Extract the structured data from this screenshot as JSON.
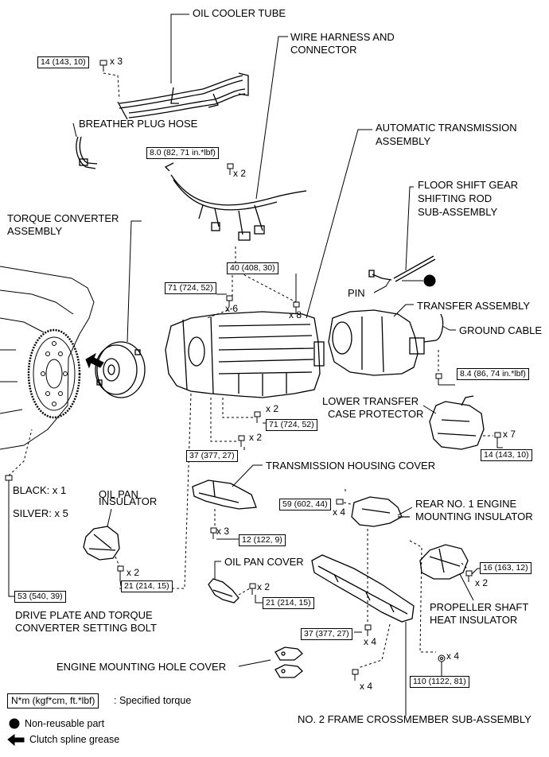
{
  "labels": {
    "oil_cooler_tube": "OIL COOLER TUBE",
    "wire_harness_1": "WIRE HARNESS AND",
    "wire_harness_2": "CONNECTOR",
    "breather_plug_hose": "BREATHER PLUG HOSE",
    "auto_trans_1": "AUTOMATIC TRANSMISSION",
    "auto_trans_2": "ASSEMBLY",
    "floor_shift_1": "FLOOR SHIFT GEAR",
    "floor_shift_2": "SHIFTING ROD",
    "floor_shift_3": "SUB-ASSEMBLY",
    "torque_conv_1": "TORQUE CONVERTER",
    "torque_conv_2": "ASSEMBLY",
    "pin": "PIN",
    "transfer_assembly": "TRANSFER ASSEMBLY",
    "ground_cable": "GROUND CABLE",
    "lower_transfer_1": "LOWER TRANSFER",
    "lower_transfer_2": "CASE PROTECTOR",
    "trans_housing_cover": "TRANSMISSION HOUSING COVER",
    "black_count": "BLACK: x 1",
    "silver_count": "SILVER: x 5",
    "oil_pan_insulator_1": "OIL PAN",
    "oil_pan_insulator_2": "INSULATOR",
    "rear_mount_1": "REAR NO. 1 ENGINE",
    "rear_mount_2": "MOUNTING INSULATOR",
    "oil_pan_cover": "OIL PAN COVER",
    "prop_shaft_1": "PROPELLER SHAFT",
    "prop_shaft_2": "HEAT INSULATOR",
    "drive_plate_1": "DRIVE PLATE AND TORQUE",
    "drive_plate_2": "CONVERTER SETTING BOLT",
    "engine_hole_cover": "ENGINE MOUNTING HOLE COVER",
    "frame_crossmember": "NO. 2 FRAME CROSSMEMBER SUB-ASSEMBLY"
  },
  "torques": {
    "t_oil_cooler": "14 (143, 10)",
    "t_harness": "8.0 (82, 71 in.*lbf)",
    "t_40": "40 (408, 30)",
    "t_71_top": "71 (724, 52)",
    "t_ground": "8.4 (86, 74 in.*lbf)",
    "t_71_mid": "71 (724, 52)",
    "t_37_left": "37 (377, 27)",
    "t_lower_prot": "14 (143, 10)",
    "t_59": "59 (602, 44)",
    "t_housing": "12 (122, 9)",
    "t_16": "16 (163, 12)",
    "t_oil_pan_ins": "21 (214, 15)",
    "t_oil_pan_cov": "21 (214, 15)",
    "t_53": "53 (540, 39)",
    "t_37_cross": "37 (377, 27)",
    "t_110": "110 (1122, 81)"
  },
  "quantities": {
    "q_oil_cooler": "x 3",
    "q_harness": "x 2",
    "q_x6": "x 6",
    "q_x8": "x 8",
    "q_mid_x2": "x 2",
    "q_37_x2": "x 2",
    "q_x7": "x 7",
    "q_59_x4": "x 4",
    "q_housing_x3": "x 3",
    "q_16_x2": "x 2",
    "q_ins_x2": "x 2",
    "q_cov_x2": "x 2",
    "q_cross_x4": "x 4",
    "q_bolt_x4": "x 4",
    "q_110_x4": "x 4"
  },
  "legend": {
    "torque_unit": "N*m (kgf*cm, ft.*lbf)",
    "torque_desc": ": Specified torque",
    "non_reusable": "Non-reusable part",
    "grease": "Clutch spline grease"
  }
}
